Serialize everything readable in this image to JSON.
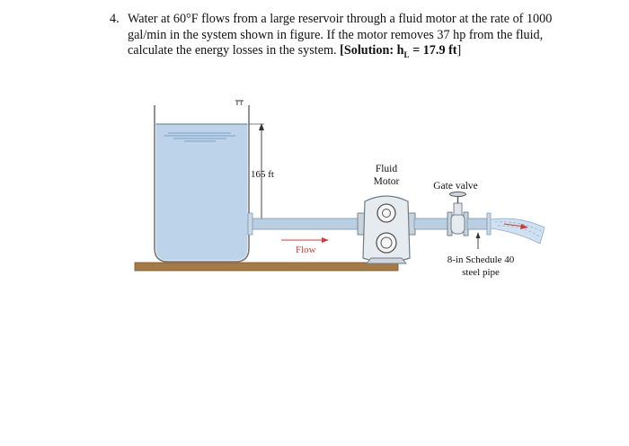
{
  "problem": {
    "number": "4.",
    "text": "Water at 60°F flows from a large reservoir through a fluid motor at the rate of 1000 gal/min in the system shown in figure. If the motor removes 37 hp from the fluid, calculate the energy losses in the system.",
    "solution_open": "[",
    "solution_label": "Solution:",
    "solution_symbol": "h",
    "solution_subscript": "L",
    "solution_value": "= 17.9 ft",
    "solution_close": "]"
  },
  "figure": {
    "height_label": "165 ft",
    "motor_label_line1": "Fluid",
    "motor_label_line2": "Motor",
    "valve_label": "Gate valve",
    "flow_label": "Flow",
    "pipe_label_line1": "8-in Schedule 40",
    "pipe_label_line2": "steel pipe"
  },
  "colors": {
    "water": "#bcd3ea",
    "pipe": "#b8cfe4",
    "floor": "#a57a45",
    "flow_arrow": "#d23a3a"
  }
}
